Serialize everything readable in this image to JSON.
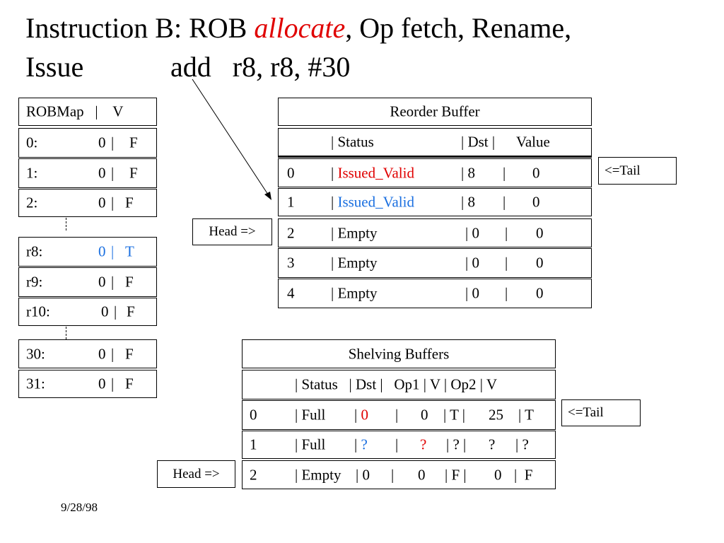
{
  "title": {
    "line1_prefix": "Instruction B: ROB ",
    "line1_highlight": "allocate",
    "line1_suffix": ", Op fetch, Rename,",
    "line2_label": "Issue",
    "line2_instr": "add   r8, r8, #30"
  },
  "rob_map": {
    "header": "ROBMap   |    V",
    "rows": [
      {
        "reg": "0:",
        "tag": "0",
        "sep": "|",
        "valid": "F"
      },
      {
        "reg": "1:",
        "tag": "0",
        "sep": "|",
        "valid": "F"
      },
      {
        "reg": "2:",
        "tag": "0",
        "sep": "|",
        "valid": "F"
      },
      {
        "reg": "r8:",
        "tag": "0",
        "sep": "|",
        "valid": "T"
      },
      {
        "reg": "r9:",
        "tag": "0",
        "sep": "|",
        "valid": "F"
      },
      {
        "reg": "r10:",
        "tag": "0",
        "sep": "|",
        "valid": "F"
      },
      {
        "reg": "30:",
        "tag": "0",
        "sep": "|",
        "valid": "F"
      },
      {
        "reg": "31:",
        "tag": "0",
        "sep": "|",
        "valid": "F"
      }
    ]
  },
  "reorder_buffer": {
    "title": "Reorder Buffer",
    "header": {
      "status": "| Status",
      "dst": "| Dst |",
      "value": "Value"
    },
    "rows": [
      {
        "idx": "0",
        "status": "Issued_Valid",
        "dst": "8",
        "value": "0"
      },
      {
        "idx": "1",
        "status": "Issued_Valid",
        "dst": "8",
        "value": "0"
      },
      {
        "idx": "2",
        "status": "Empty",
        "dst": "0",
        "value": "0"
      },
      {
        "idx": "3",
        "status": "Empty",
        "dst": "0",
        "value": "0"
      },
      {
        "idx": "4",
        "status": "Empty",
        "dst": "0",
        "value": "0"
      }
    ],
    "tail_label": "<=Tail",
    "head_label": "Head =>"
  },
  "shelving_buffers": {
    "title": "Shelving Buffers",
    "header": "| Status   | Dst |   Op1 | V | Op2 | V",
    "rows": [
      {
        "idx": "0",
        "status": "| Full",
        "dst": "0",
        "op1": "0",
        "v1": "T",
        "op2": "25",
        "v2": "T"
      },
      {
        "idx": "1",
        "status": "| Full",
        "dst": "?",
        "op1": "?",
        "v1": "?",
        "op2": "?",
        "v2": "?"
      },
      {
        "idx": "2",
        "status": "| Empty",
        "dst": "0",
        "op1": "0",
        "v1": "F",
        "op2": "0",
        "v2": "F"
      }
    ],
    "tail_label": "<=Tail",
    "head_label": "Head =>"
  },
  "date": "9/28/98",
  "colors": {
    "red": "#e00000",
    "blue": "#1a6fe0",
    "line": "#000000"
  }
}
